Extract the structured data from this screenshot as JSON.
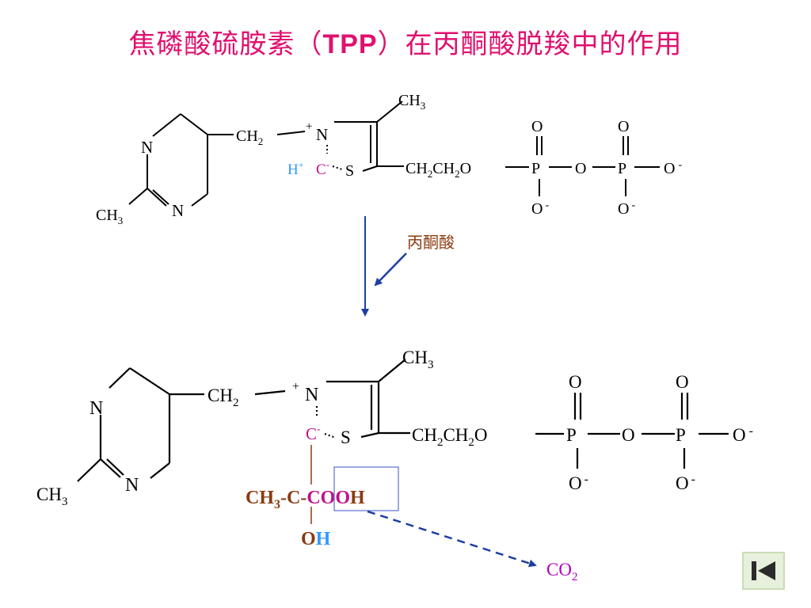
{
  "title": {
    "prefix": "焦磷酸硫胺素（",
    "bold": "TPP",
    "suffix": "）在丙酮酸脱羧中的作用"
  },
  "reagent_label": "丙酮酸",
  "structure": {
    "ch2": "CH",
    "ch2_sub": "2",
    "ring_n_plus": "+",
    "ring_n": "N",
    "ring_s": "S",
    "ring_c": "C",
    "ring_c_charge": "-",
    "h_plus": "H",
    "h_plus_sup": "+",
    "methyl": "CH",
    "methyl_sub": "3",
    "pyr_n": "N",
    "chain_part1": "CH",
    "chain_sub1": "2",
    "chain_part2": "CH",
    "chain_sub2": "2",
    "chain_o": "O",
    "p": "P",
    "o": "O",
    "o_minus": "-"
  },
  "adduct": {
    "ch3": "CH",
    "ch3_sub": "3",
    "c_link": "-C-",
    "cooh_c": "COO",
    "cooh_h": "H",
    "oh_o": "O",
    "oh_h": "H"
  },
  "product": {
    "co": "CO",
    "sub": "2"
  },
  "colors": {
    "title": "#e0106e",
    "arrow": "#1f3fa0",
    "brown": "#8b3a0f",
    "magenta": "#c0108a",
    "blue_h": "#3399ff",
    "co2": "#b000c0",
    "box": "#5a6fd0"
  },
  "nav_icon": "skip-to-start-icon"
}
